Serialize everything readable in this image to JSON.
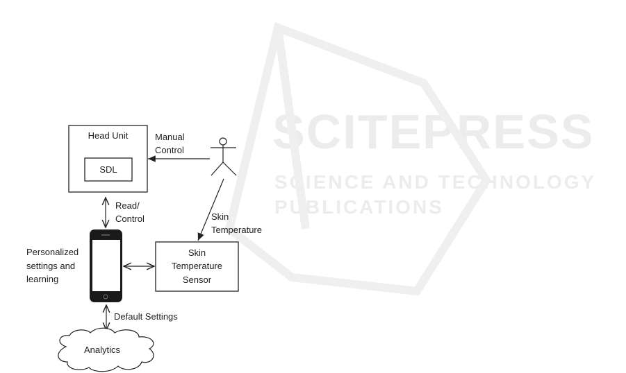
{
  "watermark": {
    "title": "SCITEPRESS",
    "subtitle": "SCIENCE AND TECHNOLOGY PUBLICATIONS"
  },
  "nodes": {
    "head_unit": "Head Unit",
    "sdl": "SDL",
    "sensor": [
      "Skin",
      "Temperature",
      "Sensor"
    ],
    "analytics": "Analytics"
  },
  "labels": {
    "manual_control": [
      "Manual",
      "Control"
    ],
    "skin_temperature": [
      "Skin",
      "Temperature"
    ],
    "read_control": [
      "Read/",
      "Control"
    ],
    "personalized": [
      "Personalized",
      "settings and",
      "learning"
    ],
    "default_settings": "Default Settings"
  }
}
